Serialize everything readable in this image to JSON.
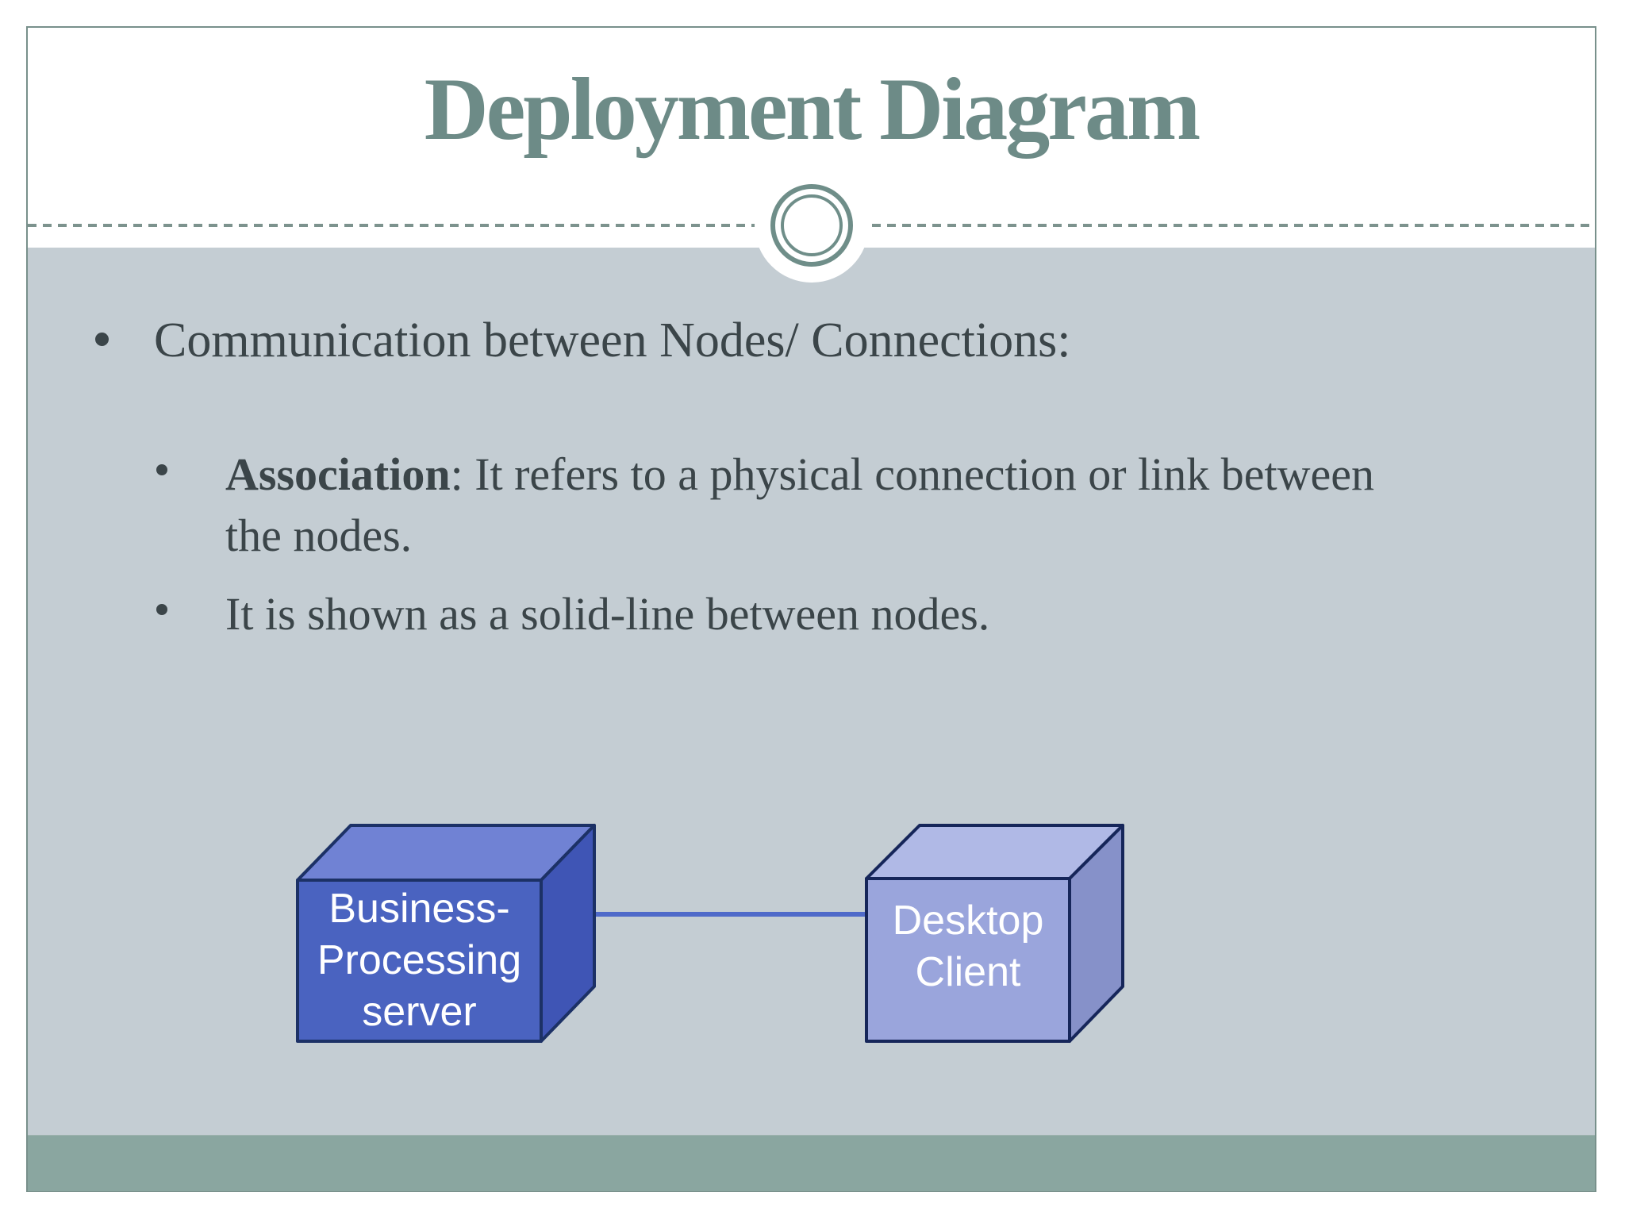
{
  "slide": {
    "title": "Deployment Diagram",
    "body": {
      "bullet1": "Communication between Nodes/ Connections:",
      "sub_bullet1_bold": "Association",
      "sub_bullet1_rest": ": It refers to a physical connection or link between the nodes.",
      "sub_bullet2": "It is shown as a solid-line between nodes."
    },
    "diagram": {
      "left_node": {
        "lines": [
          "Business-",
          "Processing",
          "server"
        ]
      },
      "right_node": {
        "lines": [
          "Desktop",
          "Client"
        ]
      },
      "connector_type": "association-solid-line"
    },
    "colors": {
      "title_text": "#6d8b87",
      "divider": "#7d938e",
      "frame_border": "#78908b",
      "content_bg": "#c4cdd3",
      "footer_bg": "#8aa6a0",
      "body_text": "#3b4549",
      "left_node_front": "#4a63c0",
      "left_node_top": "#7082d4",
      "left_node_side": "#3f55b5",
      "right_node_front": "#9aa5dc",
      "right_node_top": "#b0b9e6",
      "right_node_side": "#8691c9",
      "connector": "#4f6ac9"
    }
  }
}
